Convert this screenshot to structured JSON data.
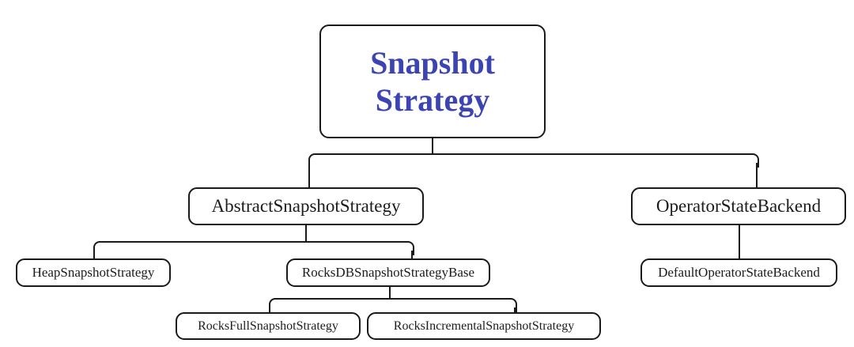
{
  "diagram": {
    "title": "Snapshot Strategy class hierarchy",
    "type": "tree",
    "accent_color": "#3c44b4",
    "line_color": "#1a1a1a",
    "background_color": "#ffffff",
    "nodes": {
      "root": {
        "label": "Snapshot\nStrategy",
        "line1": "Snapshot",
        "line2": "Strategy",
        "level": 1
      },
      "abstract_snapshot_strategy": {
        "label": "AbstractSnapshotStrategy",
        "level": 2
      },
      "operator_state_backend": {
        "label": "OperatorStateBackend",
        "level": 2
      },
      "heap_snapshot_strategy": {
        "label": "HeapSnapshotStrategy",
        "level": 3
      },
      "rocksdb_snapshot_strategy_base": {
        "label": "RocksDBSnapshotStrategyBase",
        "level": 3
      },
      "default_operator_state_backend": {
        "label": "DefaultOperatorStateBackend",
        "level": 3
      },
      "rocks_full_snapshot_strategy": {
        "label": "RocksFullSnapshotStrategy",
        "level": 4
      },
      "rocks_incremental_snapshot_strategy": {
        "label": "RocksIncrementalSnapshotStrategy",
        "level": 4
      }
    },
    "edges": [
      {
        "from": "root",
        "to": "abstract_snapshot_strategy"
      },
      {
        "from": "root",
        "to": "operator_state_backend"
      },
      {
        "from": "abstract_snapshot_strategy",
        "to": "heap_snapshot_strategy"
      },
      {
        "from": "abstract_snapshot_strategy",
        "to": "rocksdb_snapshot_strategy_base"
      },
      {
        "from": "operator_state_backend",
        "to": "default_operator_state_backend"
      },
      {
        "from": "rocksdb_snapshot_strategy_base",
        "to": "rocks_full_snapshot_strategy"
      },
      {
        "from": "rocksdb_snapshot_strategy_base",
        "to": "rocks_incremental_snapshot_strategy"
      }
    ]
  }
}
